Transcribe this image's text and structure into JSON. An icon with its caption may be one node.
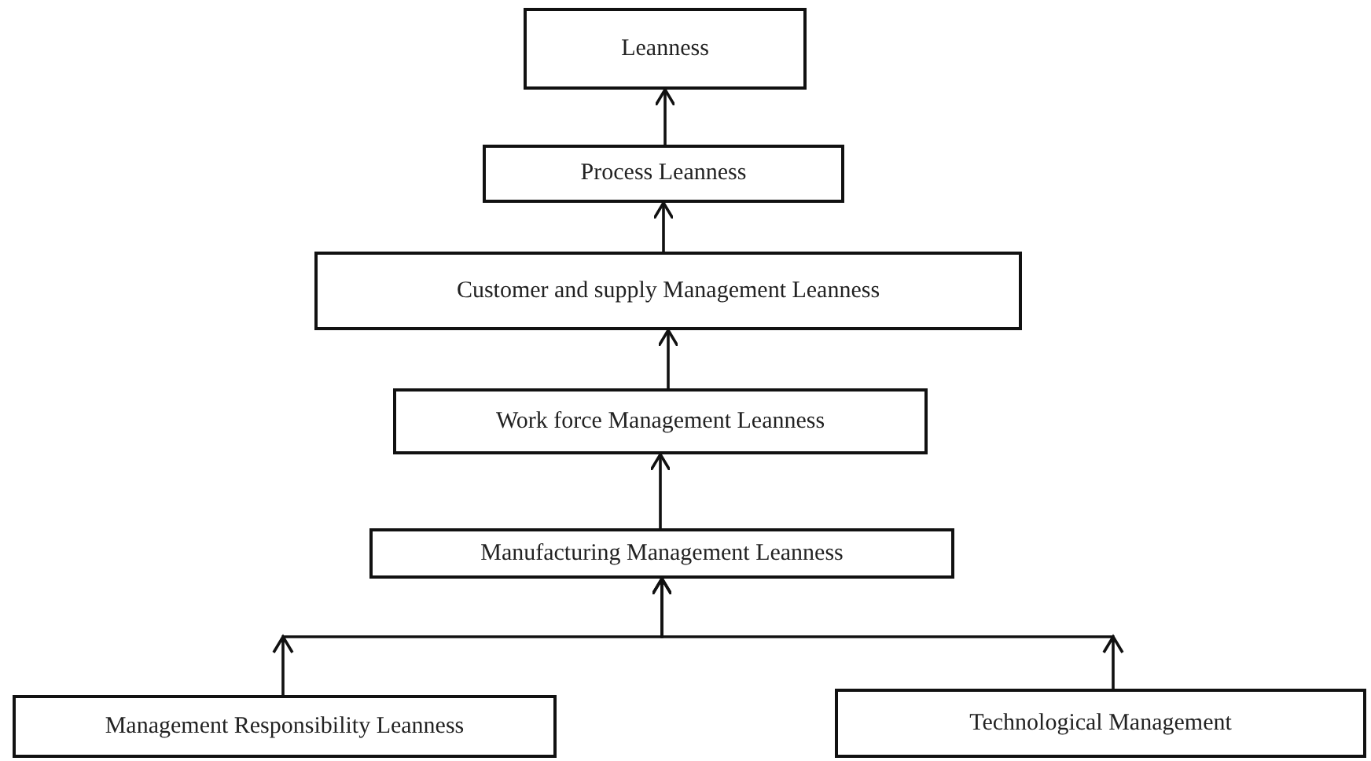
{
  "diagram": {
    "nodes": [
      {
        "text": [
          "Leanness"
        ]
      },
      {
        "text": [
          "Process Leanness"
        ]
      },
      {
        "text": [
          "Customer and supply Management Leanness"
        ]
      },
      {
        "text": [
          "Work force Management Leanness"
        ]
      },
      {
        "text": [
          "Manufacturing Management Leanness"
        ]
      },
      {
        "text": [
          "Management Responsibility Leanness"
        ]
      },
      {
        "text": [
          "Technological Management"
        ]
      }
    ],
    "edges": [
      {
        "from": 1,
        "to": 0,
        "arrow": "to"
      },
      {
        "from": 2,
        "to": 1,
        "arrow": "to"
      },
      {
        "from": 3,
        "to": 2,
        "arrow": "to"
      },
      {
        "from": 4,
        "to": 3,
        "arrow": "to"
      },
      {
        "from": 5,
        "to": 4,
        "arrow": "to"
      },
      {
        "from": 6,
        "to": 4,
        "arrow": "to"
      }
    ]
  }
}
